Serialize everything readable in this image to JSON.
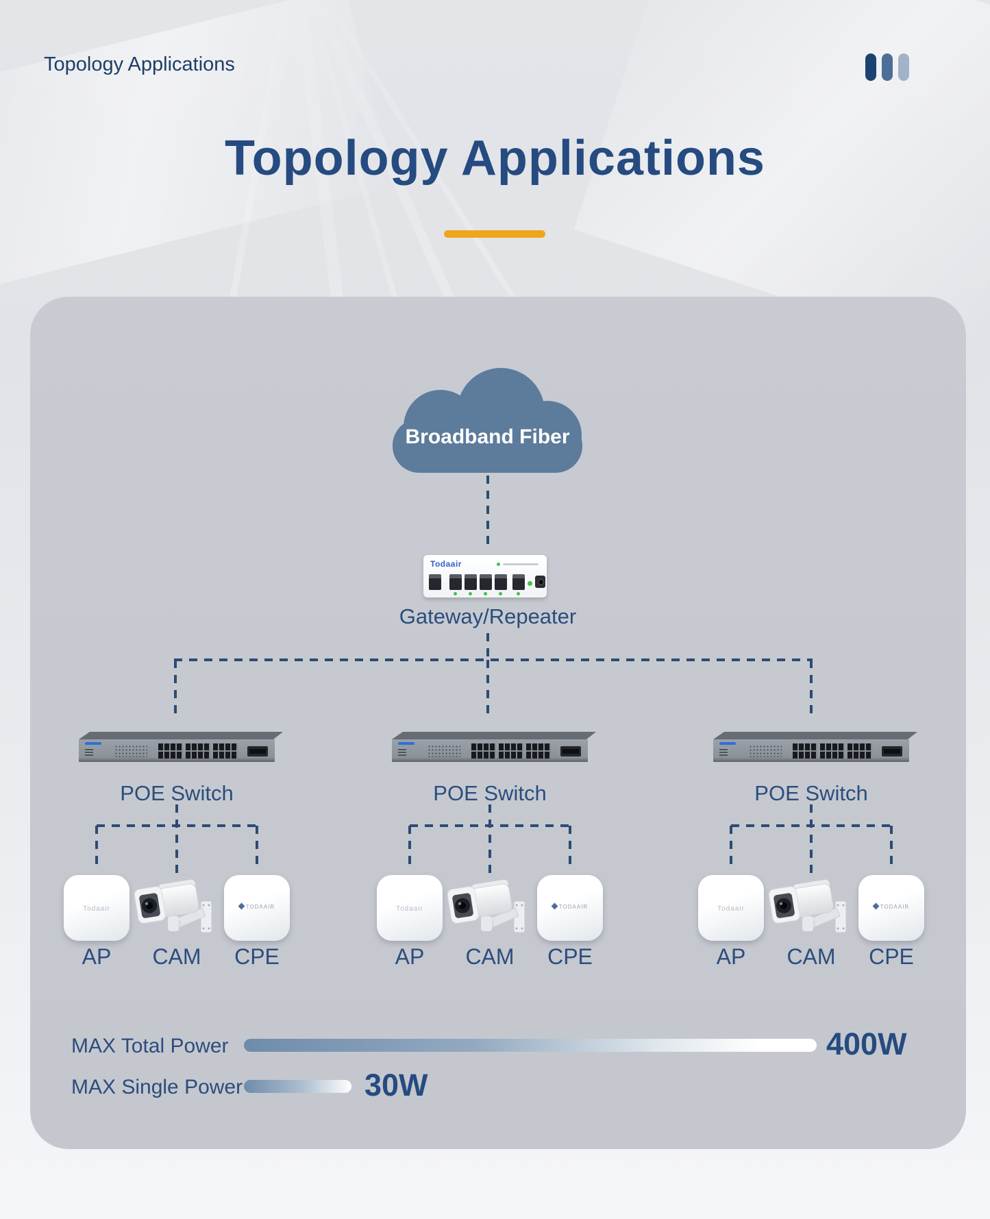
{
  "page": {
    "header_title": "Topology Applications"
  },
  "hero": {
    "title": "Topology Applications"
  },
  "diagram": {
    "cloud_label": "Broadband Fiber",
    "gateway": {
      "brand": "Todaair",
      "label": "Gateway/Repeater"
    },
    "device_brand": "Todaair",
    "device_brand_small": "TODAAIR",
    "groups": [
      {
        "switch_label": "POE Switch",
        "devices": [
          "AP",
          "CAM",
          "CPE"
        ]
      },
      {
        "switch_label": "POE Switch",
        "devices": [
          "AP",
          "CAM",
          "CPE"
        ]
      },
      {
        "switch_label": "POE Switch",
        "devices": [
          "AP",
          "CAM",
          "CPE"
        ]
      }
    ]
  },
  "power": {
    "total": {
      "label": "MAX Total Power",
      "value": "400W"
    },
    "single": {
      "label": "MAX Single Power",
      "value": "30W"
    }
  },
  "colors": {
    "accent_navy": "#254b80",
    "label_navy": "#2b4d7c",
    "dash_navy": "#2c4b73",
    "cloud_slate": "#5d7b9b",
    "underline_yellow": "#efa61d",
    "panel_gray": "#c7cad1",
    "led_green": "#45c24a"
  }
}
